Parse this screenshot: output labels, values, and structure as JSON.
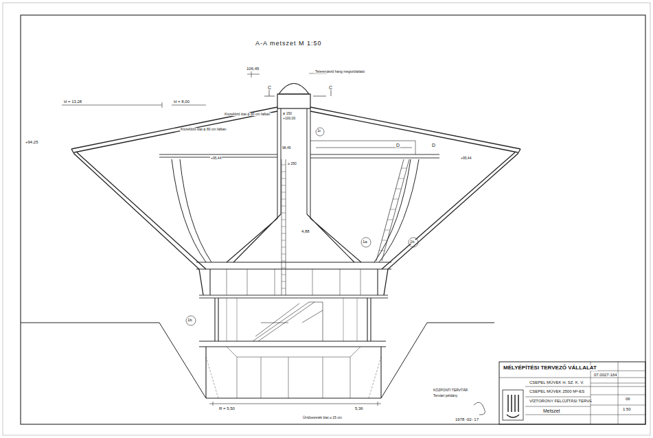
{
  "diagram": {
    "title": "A-A metszet M 1:50",
    "labels": [
      "106,45",
      "Telerendező hang megszólaltató",
      "H = 13,28",
      "H = 8,00",
      "+94,25",
      "C",
      "C",
      "φ 150",
      "+100,00",
      "Kiszellőző lóat φ 80 cm falban",
      "Kiszellőző lóat φ 80 cm falban",
      "+95,44",
      "+95,44",
      "98,45",
      "⌀ 250",
      "D",
      "D",
      "1a",
      "1b",
      "1b",
      "1c",
      "4,88",
      "R = 5,50",
      "5,36",
      "Ürítővezeték lóat ⌀ 15 cm",
      "KÖZPONTI TERVTÁR",
      "Tervtári példány",
      "1978 -02- 17",
      "MÉLYÉPÍTÉSI TERVEZŐ VÁLLALAT",
      "CSEPEL MŰVEK H. SZ. K. V.",
      "CSEPEL MŰVEK 2500 M³-ES",
      "VÍZTORONY FELÚJÍTÁSI TERVE",
      "Metszet",
      "07.0027-164",
      "06",
      "1:50"
    ]
  }
}
